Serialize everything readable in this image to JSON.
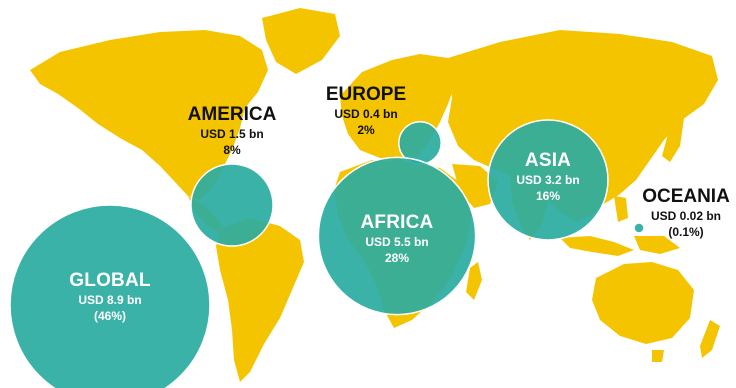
{
  "colors": {
    "land": "#F5C400",
    "bubble": "#2AABA0",
    "bubble_stroke": "#ffffff"
  },
  "regions": [
    {
      "key": "global",
      "name": "GLOBAL",
      "amount": "USD 8.9 bn",
      "share": "(46%)",
      "value_bn": 8.9,
      "percent": 46
    },
    {
      "key": "america",
      "name": "AMERICA",
      "amount": "USD 1.5 bn",
      "share": "8%",
      "value_bn": 1.5,
      "percent": 8
    },
    {
      "key": "europe",
      "name": "EUROPE",
      "amount": "USD 0.4 bn",
      "share": "2%",
      "value_bn": 0.4,
      "percent": 2
    },
    {
      "key": "africa",
      "name": "AFRICA",
      "amount": "USD 5.5 bn",
      "share": "28%",
      "value_bn": 5.5,
      "percent": 28
    },
    {
      "key": "asia",
      "name": "ASIA",
      "amount": "USD 3.2 bn",
      "share": "16%",
      "value_bn": 3.2,
      "percent": 16
    },
    {
      "key": "oceania",
      "name": "OCEANIA",
      "amount": "USD 0.02 bn",
      "share": "(0.1%)",
      "value_bn": 0.02,
      "percent": 0.1
    }
  ]
}
